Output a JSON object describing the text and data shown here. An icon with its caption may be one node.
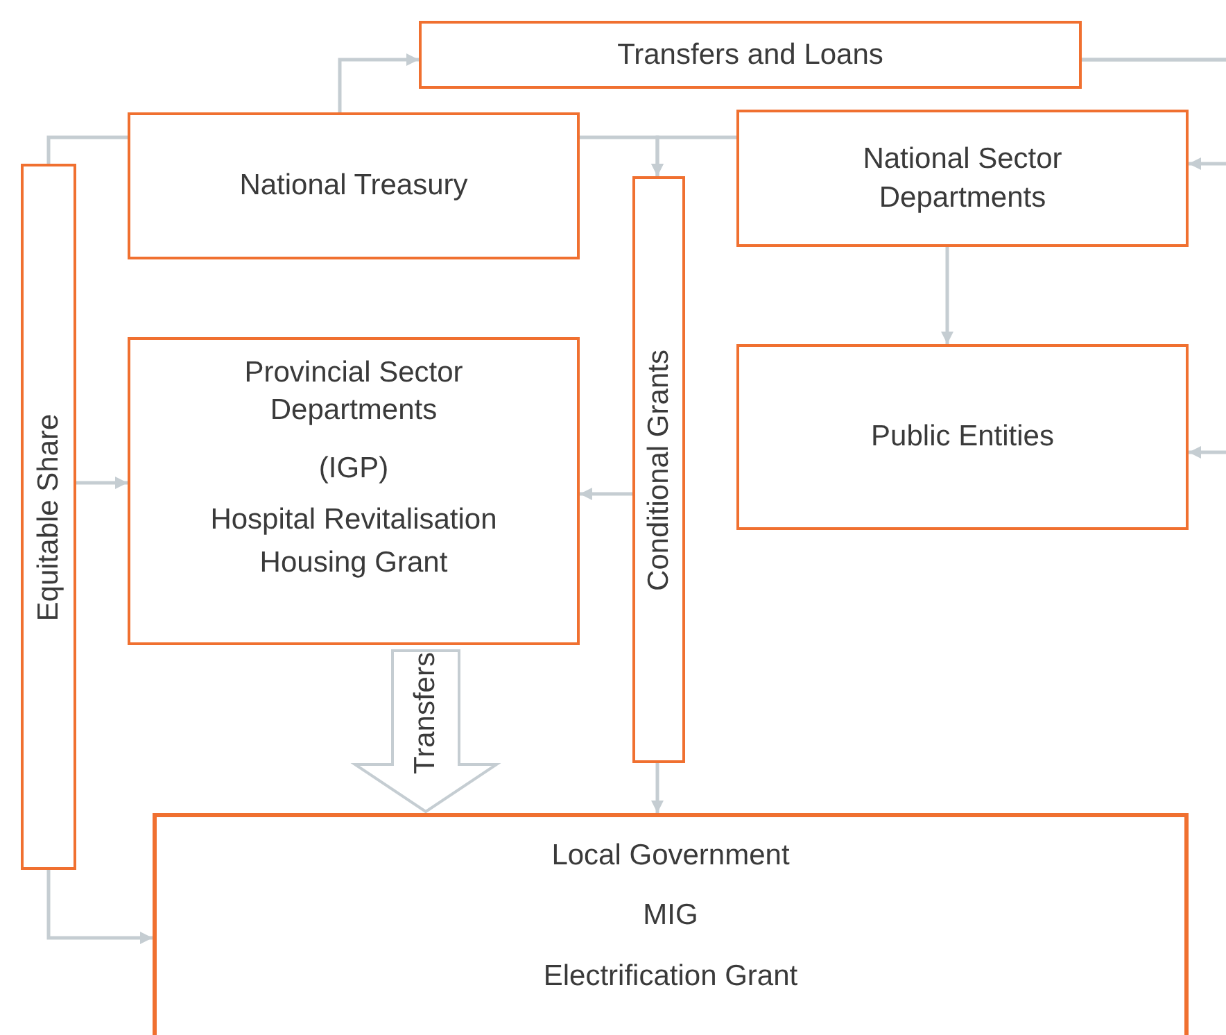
{
  "diagram": {
    "nodes": [
      {
        "text": [
          "Transfers and Loans"
        ]
      },
      {
        "text": [
          "National Treasury"
        ]
      },
      {
        "text": [
          "National Sector Departments"
        ]
      },
      {
        "text": [
          "Equitable Share"
        ]
      },
      {
        "text": [
          "Conditional Grants"
        ]
      },
      {
        "text": [
          "Provincial Sector Departments",
          "(IGP)",
          "Hospital Revitalisation",
          "Housing Grant"
        ]
      },
      {
        "text": [
          "Public Entities"
        ]
      },
      {
        "text": [
          "Local Government",
          "MIG",
          "Electrification Grant"
        ]
      }
    ],
    "edges": [
      {
        "from": 1,
        "to": 0,
        "arrow": "to"
      },
      {
        "from": 1,
        "to": 3,
        "arrow": "none"
      },
      {
        "from": 1,
        "to": 4,
        "arrow": "to"
      },
      {
        "from": 2,
        "to": 4,
        "arrow": "to"
      },
      {
        "from": 0,
        "to": 2,
        "arrow": "to"
      },
      {
        "from": 0,
        "to": 6,
        "arrow": "to"
      },
      {
        "from": 2,
        "to": 6,
        "arrow": "to"
      },
      {
        "from": 4,
        "to": 5,
        "arrow": "to"
      },
      {
        "from": 3,
        "to": 5,
        "arrow": "to"
      },
      {
        "from": 4,
        "to": 7,
        "arrow": "to"
      },
      {
        "from": 3,
        "to": 7,
        "arrow": "to"
      },
      {
        "from": 5,
        "to": 7,
        "arrow": "to",
        "label": "Transfers",
        "style": "thick"
      }
    ]
  }
}
